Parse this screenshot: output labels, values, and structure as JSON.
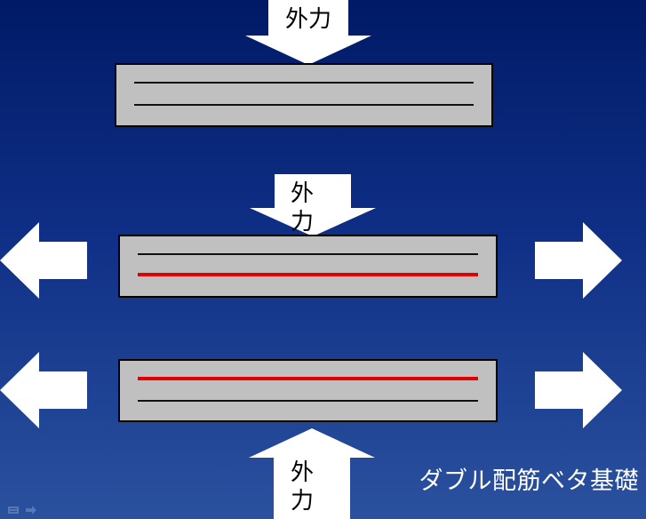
{
  "diagram": {
    "force_label": "外力",
    "force_label_wrapped": "外\n力",
    "caption": "ダブル配筋ベタ基礎"
  },
  "colors": {
    "background_top": "#001a66",
    "background_bottom": "#2a519e",
    "beam_fill": "#c0c0c0",
    "rebar": "#111111",
    "tension_rebar": "#e00000",
    "arrow": "#ffffff"
  },
  "icons": {
    "nav_prev": "slide-nav-prev-icon",
    "nav_next": "slide-nav-next-icon"
  }
}
